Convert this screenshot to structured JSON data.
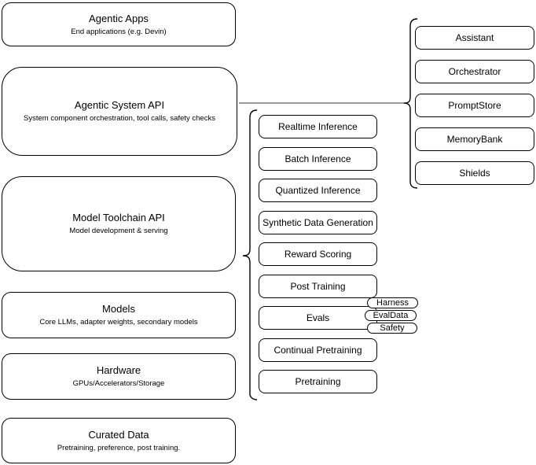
{
  "diagram": {
    "stack": [
      {
        "title": "Agentic Apps",
        "subtitle": "End applications (e.g. Devin)"
      },
      {
        "title": "Agentic System API",
        "subtitle": "System component orchestration, tool calls, safety checks"
      },
      {
        "title": "Model Toolchain API",
        "subtitle": "Model development & serving"
      },
      {
        "title": "Models",
        "subtitle": "Core LLMs, adapter weights, secondary models"
      },
      {
        "title": "Hardware",
        "subtitle": "GPUs/Accelerators/Storage"
      },
      {
        "title": "Curated Data",
        "subtitle": "Pretraining, preference, post training."
      }
    ],
    "toolchain_services": [
      {
        "label": "Realtime Inference"
      },
      {
        "label": "Batch Inference"
      },
      {
        "label": "Quantized Inference"
      },
      {
        "label": "Synthetic Data Generation"
      },
      {
        "label": "Reward Scoring"
      },
      {
        "label": "Post Training"
      },
      {
        "label": "Evals"
      },
      {
        "label": "Continual Pretraining"
      },
      {
        "label": "Pretraining"
      }
    ],
    "evals_tags": [
      {
        "label": "Harness"
      },
      {
        "label": "EvalData"
      },
      {
        "label": "Safety"
      }
    ],
    "system_components": [
      {
        "label": "Assistant"
      },
      {
        "label": "Orchestrator"
      },
      {
        "label": "PromptStore"
      },
      {
        "label": "MemoryBank"
      },
      {
        "label": "Shields"
      }
    ],
    "colors": {
      "shape_fill": "#ffffff",
      "shape_border": "#000000",
      "connector": "#8c8c8c",
      "background": "#ffffff"
    }
  }
}
